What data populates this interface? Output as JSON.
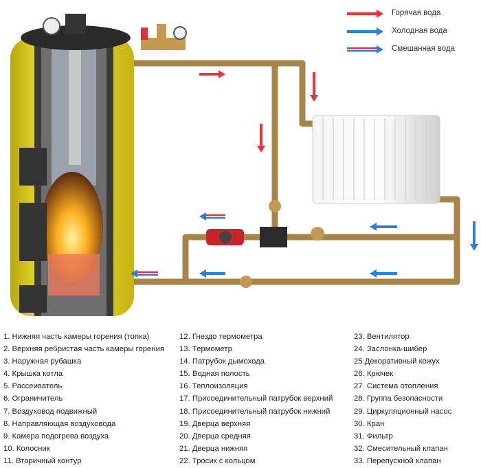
{
  "legend": [
    {
      "label": "Горячая вода",
      "color": "#e8343a"
    },
    {
      "label": "Холодная вода",
      "color": "#2f7fd8"
    },
    {
      "label": "Смешанная вода",
      "color": "mixed"
    }
  ],
  "colors": {
    "hot": "#e8343a",
    "cold": "#2f7fd8",
    "pipe": "#a8844a",
    "jacket": "#f2e01a"
  },
  "parts_col1": [
    "1. Нижняя часть камеры горения (топка)",
    "2. Верхняя ребристая часть камеры горения",
    "3. Наружная рубашка",
    "4. Крышка котла",
    "5. Рассеиватель",
    "6. Ограничитель",
    "7. Воздуховод подвижный",
    "8. Направляющая воздуховода",
    "9. Камера подогрева воздуха",
    "10. Колосник",
    "11. Вторичный контур"
  ],
  "parts_col2": [
    "12. Гнездо термометра",
    "13. Термометр",
    "14. Патрубок дымохода",
    "15. Водная полость",
    "16. Теплоизоляция",
    "17. Присоединительный патрубок верхний",
    "18. Присоединительный патрубок нижний",
    "19. Дверца верхняя",
    "20. Дверца средняя",
    "21. Дверца нижняя",
    "22. Тросик с кольцом"
  ],
  "parts_col3": [
    "23. Вентилятор",
    "24. Заслонка-шибер",
    "25.Декоративный кожух",
    "26. Крючек",
    "27. Система отопления",
    "28. Группа безопасности",
    "29. Циркуляционный насос",
    "30. Кран",
    "31. Фильтр",
    "32. Смесительный клапан",
    "33. Перепускной клапан"
  ]
}
